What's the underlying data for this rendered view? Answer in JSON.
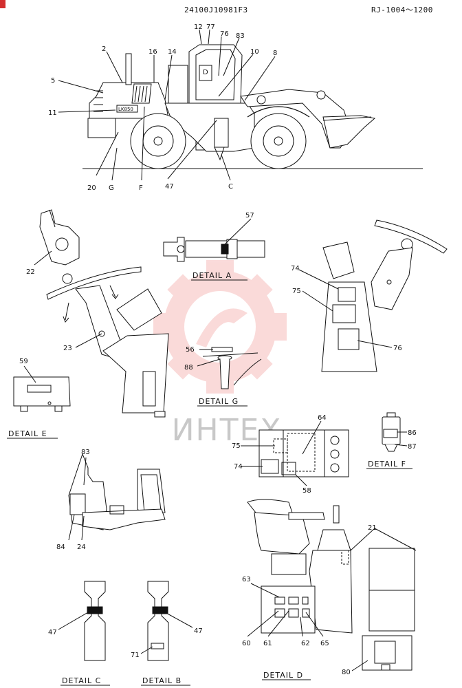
{
  "header": {
    "part_code": "24100J10981F3",
    "serial_range": "RJ-1004〜1200"
  },
  "watermark": {
    "text": "ИНТЕХ",
    "color": "#e53935"
  },
  "machine": {
    "model_badge": "LK850"
  },
  "details": {
    "a": "DETAIL  A",
    "b": "DETAIL  B",
    "c": "DETAIL  C",
    "d": "DETAIL  D",
    "e": "DETAIL  E",
    "f": "DETAIL  F",
    "g": "DETAIL  G"
  },
  "callouts": {
    "c2": "2",
    "c5": "5",
    "c11": "11",
    "c12": "12",
    "c77": "77",
    "c76": "76",
    "c83": "83",
    "c16": "16",
    "c14": "14",
    "cD": "D",
    "c10": "10",
    "c8": "8",
    "c20": "20",
    "cG": "G",
    "cF": "F",
    "c47": "47",
    "cC": "C",
    "c22": "22",
    "c57": "57",
    "c74": "74",
    "c75": "75",
    "c76b": "76",
    "c23": "23",
    "c56": "56",
    "c88": "88",
    "c59": "59",
    "c64": "64",
    "c75b": "75",
    "c74b": "74",
    "c58": "58",
    "c86": "86",
    "c87": "87",
    "c83b": "83",
    "c84": "84",
    "c24": "24",
    "c21": "21",
    "c63": "63",
    "c47b": "47",
    "c47c": "47",
    "c71": "71",
    "c60": "60",
    "c61": "61",
    "c62": "62",
    "c65": "65",
    "c80": "80"
  }
}
